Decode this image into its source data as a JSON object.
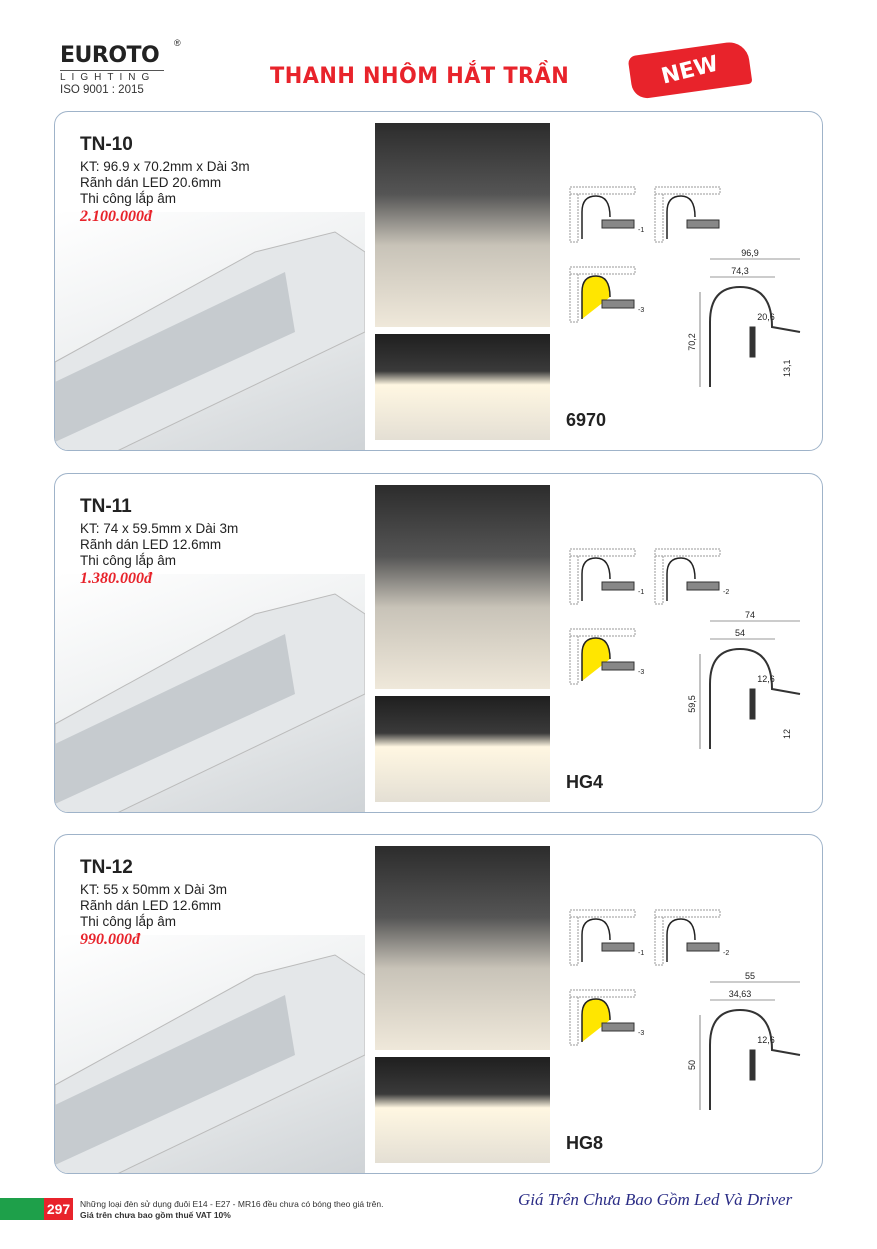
{
  "header": {
    "brand": "EUROTO",
    "registered": "®",
    "brand_sub": "LIGHTING",
    "iso": "ISO 9001 : 2015",
    "title": "THANH NHÔM HẮT TRẦN",
    "badge": "NEW"
  },
  "products": [
    {
      "name": "TN-10",
      "spec1": "KT: 96.9 x 70.2mm x Dài 3m",
      "spec2": "Rãnh dán LED 20.6mm",
      "spec3": "Thi công lắp âm",
      "price": "2.100.000đ",
      "code": "6970",
      "variants": [
        "-1",
        "",
        "-3"
      ],
      "dims": [
        "96,9",
        "74,3",
        "70,2",
        "20,6",
        "13,1"
      ]
    },
    {
      "name": "TN-11",
      "spec1": "KT: 74 x 59.5mm x Dài 3m",
      "spec2": "Rãnh dán LED 12.6mm",
      "spec3": "Thi công lắp âm",
      "price": "1.380.000đ",
      "code": "HG4",
      "variants": [
        "-1",
        "-2",
        "-3"
      ],
      "dims": [
        "74",
        "54",
        "59,5",
        "12,6",
        "12"
      ]
    },
    {
      "name": "TN-12",
      "spec1": "KT: 55 x 50mm x Dài 3m",
      "spec2": "Rãnh dán LED 12.6mm",
      "spec3": "Thi công lắp âm",
      "price": "990.000đ",
      "code": "HG8",
      "variants": [
        "-1",
        "-2",
        "-3"
      ],
      "dims": [
        "55",
        "34,63",
        "50",
        "12,6",
        ""
      ]
    }
  ],
  "footer": {
    "page": "297",
    "note1": "Những loại đèn sử dụng đuôi E14 - E27 - MR16 đều chưa có bóng theo giá trên.",
    "note2": "Giá trên chưa bao gồm thuế VAT 10%",
    "tagline": "Giá Trên Chưa Bao Gồm Led Và Driver"
  },
  "colors": {
    "red": "#e8232b",
    "green": "#1ea04a",
    "navy": "#2b2d86",
    "highlight": "#ffe600"
  }
}
